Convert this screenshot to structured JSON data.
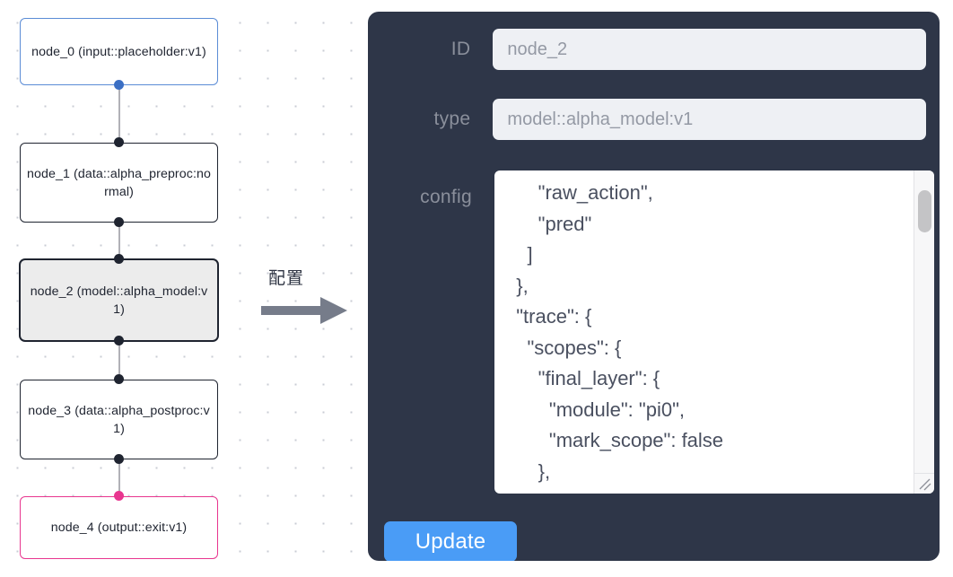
{
  "canvas": {
    "grid": "dotted",
    "nodes": [
      {
        "id": "node_0",
        "label": "node_0\n(input::placeholder:v1)",
        "type": "input",
        "selected": false,
        "border_color": "#5b8cd6"
      },
      {
        "id": "node_1",
        "label": "node_1\n(data::alpha_preproc:normal)",
        "type": "default",
        "selected": false,
        "border_color": "#1f2430"
      },
      {
        "id": "node_2",
        "label": "node_2\n(model::alpha_model:v1)",
        "type": "default",
        "selected": true,
        "border_color": "#1f2430"
      },
      {
        "id": "node_3",
        "label": "node_3\n(data::alpha_postproc:v1)",
        "type": "default",
        "selected": false,
        "border_color": "#1f2430"
      },
      {
        "id": "node_4",
        "label": "node_4\n(output::exit:v1)",
        "type": "output",
        "selected": false,
        "border_color": "#e8368f"
      }
    ],
    "edges": [
      {
        "from": "node_0",
        "to": "node_1"
      },
      {
        "from": "node_1",
        "to": "node_2"
      },
      {
        "from": "node_2",
        "to": "node_3"
      },
      {
        "from": "node_3",
        "to": "node_4"
      }
    ]
  },
  "transition": {
    "label": "配置",
    "arrow_icon": "arrow-right-icon",
    "arrow_color": "#767c8a"
  },
  "panel": {
    "background_color": "#2e3648",
    "fields": {
      "id": {
        "label": "ID",
        "value": "node_2",
        "placeholder": "node_2"
      },
      "type": {
        "label": "type",
        "value": "model::alpha_model:v1",
        "placeholder": "model::alpha_model:v1"
      },
      "config": {
        "label": "config",
        "value": "      \"raw_action\",\n      \"pred\"\n    ]\n  },\n  \"trace\": {\n    \"scopes\": {\n      \"final_layer\": {\n        \"module\": \"pi0\",\n        \"mark_scope\": false\n      },\n      \"action_model\": {",
        "scrollbar": {
          "thumb_color": "#c4c4c6",
          "track_color": "#f7f7f8"
        },
        "resize_handle_icon": "resize-grip-icon"
      }
    },
    "update_button": {
      "label": "Update",
      "color": "#4a9cf6"
    }
  }
}
